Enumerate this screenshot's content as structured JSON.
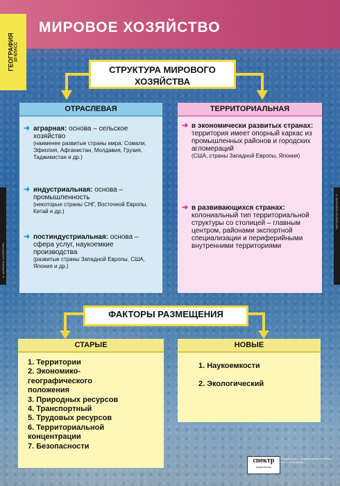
{
  "header": {
    "title": "МИРОВОЕ ХОЗЯЙСТВО",
    "subject": "ГЕОГРАФИЯ",
    "grade": "10 КЛАСС"
  },
  "edge_labels": {
    "left": "8. МИРОВОЕ ХОЗЯЙСТВО",
    "right": "8. МИРОВОЕ ХОЗЯЙСТВО"
  },
  "structure": {
    "title": "СТРУКТУРА МИРОВОГО ХОЗЯЙСТВА",
    "sectoral": {
      "heading": "ОТРАСЛЕВАЯ",
      "items": [
        {
          "main": "аграрная:",
          "desc": " основа – сельское хозяйство",
          "note": "(наименее развитые страны мира: Сомали, Эфиопия, Афганистан, Молдавия, Грузия, Таджикистан и др.)"
        },
        {
          "main": "индустриальная:",
          "desc": " основа – промышленность",
          "note": "(некоторые страны СНГ, Восточной Европы, Китай и др.)"
        },
        {
          "main": "постиндустриальная:",
          "desc": " основа – сфера услуг, наукоемкие производства",
          "note": "(развитые страны Западной Европы, США, Япония и др.)"
        }
      ]
    },
    "territorial": {
      "heading": "ТЕРРИТОРИАЛЬНАЯ",
      "items": [
        {
          "main": "в экономически развитых странах:",
          "desc": " территория имеет опорный каркас из промышленных районов и городских агломераций",
          "note": "(США, страны Западной Европы, Япония)"
        },
        {
          "main": "в развивающихся странах:",
          "desc": " колониальный тип территориальной структуры со столицей – главным центром, районами экспортной специализации и периферийными внутренними территориями",
          "note": ""
        }
      ]
    }
  },
  "factors": {
    "title": "ФАКТОРЫ РАЗМЕЩЕНИЯ",
    "old": {
      "heading": "СТАРЫЕ",
      "items": [
        "1. Территории",
        "2. Экономико-",
        "географического",
        "положения",
        "3. Природных ресурсов",
        "4. Транспортный",
        "5. Трудовых ресурсов",
        "6. Территориальной",
        "концентрации",
        "7. Безопасности"
      ]
    },
    "new": {
      "heading": "НОВЫЕ",
      "items": [
        "1. Наукоемкости",
        "2. Экологический"
      ]
    }
  },
  "publisher": {
    "logo": "спектр",
    "logo_sub": "издательство",
    "imprint": "Разработано: ... Издательство «Спектр» тел. ... www.spektr..."
  },
  "colors": {
    "accent_yellow": "#f2d63a",
    "arrow_blue": "#1c9bd6",
    "arrow_pink": "#e0308f",
    "band_pink": "#c24d77"
  }
}
